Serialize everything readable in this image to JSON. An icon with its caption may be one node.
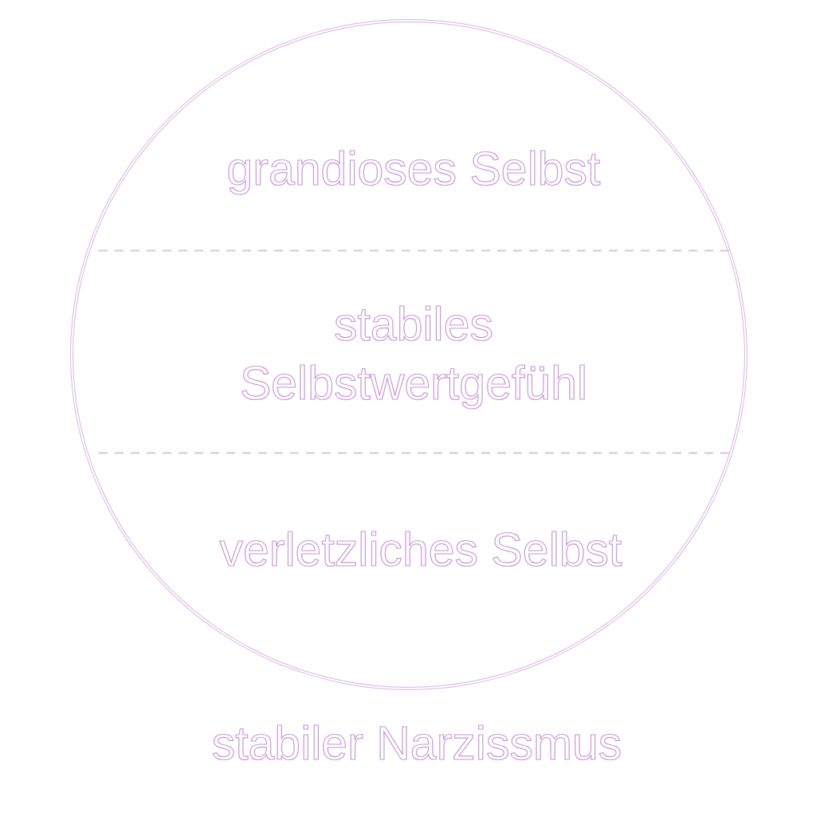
{
  "diagram": {
    "nodes": [
      {
        "text": [],
        "shape": "circle",
        "beside": [
          "stabiler Narzissmus"
        ]
      },
      {
        "text": [
          "grandioses Selbst"
        ],
        "in": 0
      },
      {
        "text": [
          "stabiles Selbstwertgefühl"
        ],
        "in": 0
      },
      {
        "text": [
          "verletzliches Selbst"
        ],
        "in": 0
      }
    ]
  }
}
